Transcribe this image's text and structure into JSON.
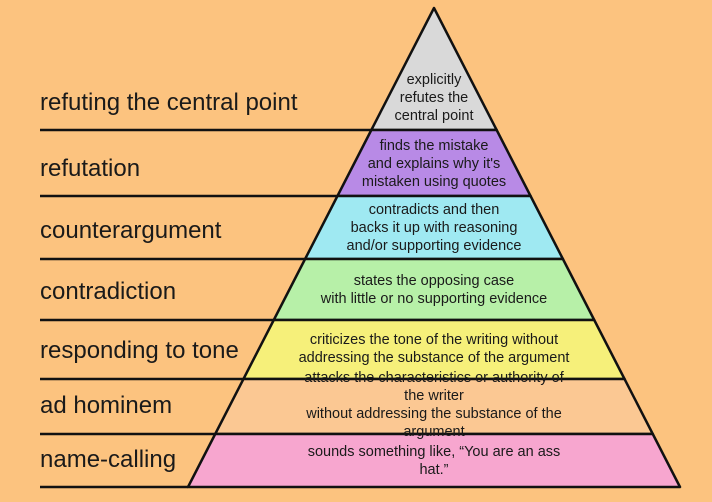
{
  "levels": [
    {
      "name": "refuting the central point",
      "description": "explicitly\nrefutes the\ncentral point",
      "color": "#d9d9d9"
    },
    {
      "name": "refutation",
      "description": "finds the mistake\nand explains why it's\nmistaken using quotes",
      "color": "#b88ae6"
    },
    {
      "name": "counterargument",
      "description": "contradicts and then\nbacks it up with reasoning\nand/or supporting evidence",
      "color": "#9fe9f2"
    },
    {
      "name": "contradiction",
      "description": "states the opposing case\nwith little or no supporting evidence",
      "color": "#b7f0a8"
    },
    {
      "name": "responding to tone",
      "description": "criticizes the tone of the writing without\naddressing the substance of the argument",
      "color": "#f6f07a"
    },
    {
      "name": "ad hominem",
      "description": "attacks the characteristics or authority of the writer\nwithout addressing the substance of the argument",
      "color": "#fbc893"
    },
    {
      "name": "name-calling",
      "description": "sounds something like, “You are an ass hat.”",
      "color": "#f7a6cf"
    }
  ]
}
